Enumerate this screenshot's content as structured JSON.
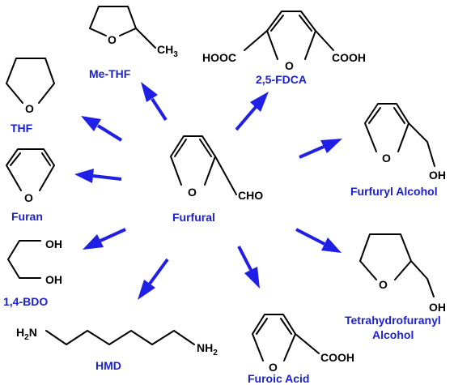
{
  "colors": {
    "label": "#1c22d4",
    "arrow": "#1f1fe6",
    "bond": "#000000"
  },
  "center": {
    "name": "Furfural",
    "group": "CHO"
  },
  "products": [
    {
      "id": "me-thf",
      "name": "Me-THF",
      "group_prefix": "CH",
      "group_sub": "3"
    },
    {
      "id": "fdca",
      "name": "2,5-FDCA",
      "left_group": "HOOC",
      "right_group": "COOH"
    },
    {
      "id": "thf",
      "name": "THF"
    },
    {
      "id": "furan",
      "name": "Furan"
    },
    {
      "id": "furfuryl-alcohol",
      "name": "Furfuryl Alcohol",
      "group": "OH"
    },
    {
      "id": "bdo",
      "name": "1,4-BDO",
      "group": "OH"
    },
    {
      "id": "thfa",
      "name_line1": "Tetrahydrofuranyl",
      "name_line2": "Alcohol",
      "group": "OH"
    },
    {
      "id": "hmd",
      "name": "HMD",
      "left_prefix": "H",
      "left_sub": "2",
      "left_suffix": "N",
      "right_prefix": "NH",
      "right_sub": "2"
    },
    {
      "id": "furoic-acid",
      "name": "Furoic Acid",
      "group": "COOH"
    }
  ],
  "ring_atom": "O"
}
